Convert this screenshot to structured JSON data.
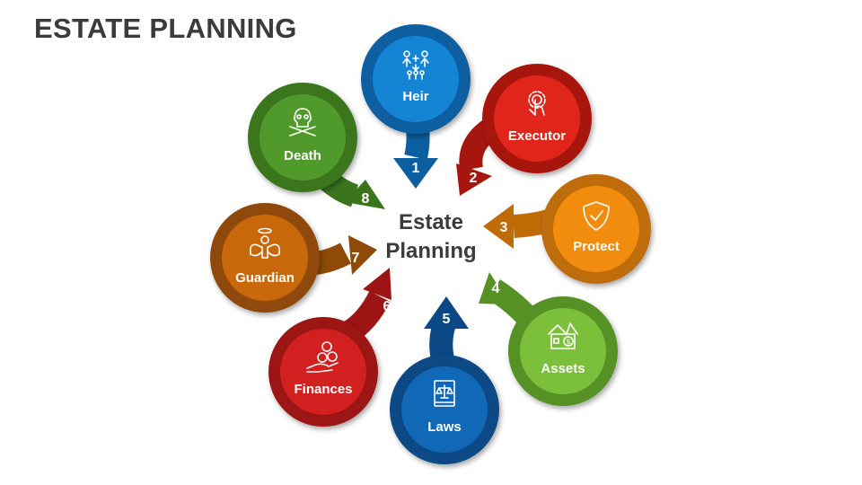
{
  "title": "ESTATE PLANNING",
  "center": {
    "line1": "Estate",
    "line2": "Planning"
  },
  "steps": [
    {
      "number": "1",
      "label": "Heir",
      "icon": "family-icon",
      "color": "#1484d4",
      "dark": "#0b5fa0"
    },
    {
      "number": "2",
      "label": "Executor",
      "icon": "gear-hand-icon",
      "color": "#e0251b",
      "dark": "#a7150f"
    },
    {
      "number": "3",
      "label": "Protect",
      "icon": "shield-check-icon",
      "color": "#f28c0f",
      "dark": "#bf6c07"
    },
    {
      "number": "4",
      "label": "Assets",
      "icon": "house-dollar-icon",
      "color": "#7cbf3a",
      "dark": "#579126"
    },
    {
      "number": "5",
      "label": "Laws",
      "icon": "law-book-icon",
      "color": "#1168b7",
      "dark": "#0a4985"
    },
    {
      "number": "6",
      "label": "Finances",
      "icon": "hand-coins-icon",
      "color": "#d21f1f",
      "dark": "#9c1414"
    },
    {
      "number": "7",
      "label": "Guardian",
      "icon": "angel-wings-icon",
      "color": "#c8680a",
      "dark": "#8f4a07"
    },
    {
      "number": "8",
      "label": "Death",
      "icon": "skull-crossbones-icon",
      "color": "#4f9a2a",
      "dark": "#3a751e"
    }
  ]
}
